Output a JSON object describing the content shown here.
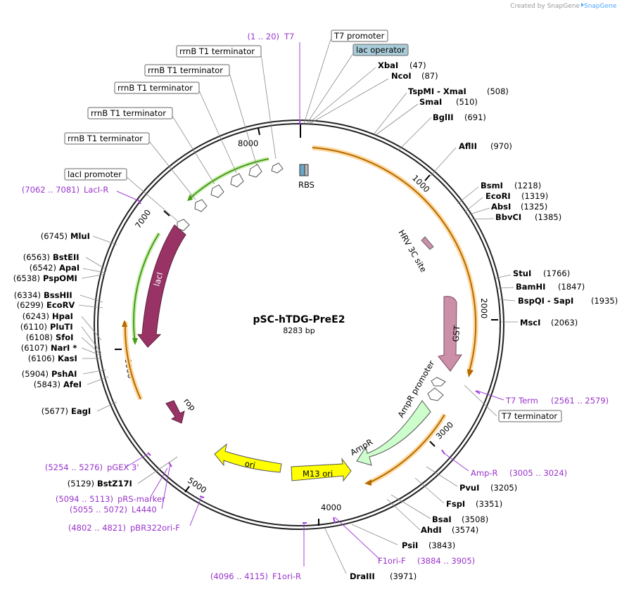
{
  "watermark": "Created by SnapGene",
  "title": "pSC-hTDG-PreE2",
  "size_label": "8283 bp",
  "colors": {
    "accent_primer": "#9933cc",
    "gst": "#cc8fa8",
    "laci": "#993366",
    "ampr": "#ccffcc",
    "ori": "#ffff00",
    "orange": "#ffaa33",
    "green": "#66cc33"
  },
  "ticks": [
    "1000",
    "2000",
    "3000",
    "4000",
    "5000",
    "6000",
    "7000",
    "8000"
  ],
  "enzymes": [
    {
      "name": "XbaI",
      "pos": "(47)"
    },
    {
      "name": "NcoI",
      "pos": "(87)"
    },
    {
      "name": "TspMI - XmaI",
      "pos": "(508)"
    },
    {
      "name": "SmaI",
      "pos": "(510)"
    },
    {
      "name": "BglII",
      "pos": "(691)"
    },
    {
      "name": "AflII",
      "pos": "(970)"
    },
    {
      "name": "BsmI",
      "pos": "(1218)"
    },
    {
      "name": "EcoRI",
      "pos": "(1319)"
    },
    {
      "name": "AbsI",
      "pos": "(1325)"
    },
    {
      "name": "BbvCI",
      "pos": "(1385)"
    },
    {
      "name": "StuI",
      "pos": "(1766)"
    },
    {
      "name": "BamHI",
      "pos": "(1847)"
    },
    {
      "name": "BspQI - SapI",
      "pos": "(1935)"
    },
    {
      "name": "MscI",
      "pos": "(2063)"
    },
    {
      "name": "PvuI",
      "pos": "(3205)"
    },
    {
      "name": "FspI",
      "pos": "(3351)"
    },
    {
      "name": "BsaI",
      "pos": "(3508)"
    },
    {
      "name": "AhdI",
      "pos": "(3574)"
    },
    {
      "name": "PsiI",
      "pos": "(3843)"
    },
    {
      "name": "DraIII",
      "pos": "(3971)"
    },
    {
      "name": "BstZ17I",
      "pos": "(5129)"
    },
    {
      "name": "EagI",
      "pos": "(5677)"
    },
    {
      "name": "AfeI",
      "pos": "(5843)"
    },
    {
      "name": "PshAI",
      "pos": "(5904)"
    },
    {
      "name": "KasI",
      "pos": "(6106)"
    },
    {
      "name": "NarI *",
      "pos": "(6107)"
    },
    {
      "name": "SfoI",
      "pos": "(6108)"
    },
    {
      "name": "PluTI",
      "pos": "(6110)"
    },
    {
      "name": "HpaI",
      "pos": "(6243)"
    },
    {
      "name": "EcoRV",
      "pos": "(6299)"
    },
    {
      "name": "BssHII",
      "pos": "(6334)"
    },
    {
      "name": "PspOMI",
      "pos": "(6538)"
    },
    {
      "name": "ApaI",
      "pos": "(6542)"
    },
    {
      "name": "BstEII",
      "pos": "(6563)"
    },
    {
      "name": "MluI",
      "pos": "(6745)"
    }
  ],
  "primers": [
    {
      "name": "T7",
      "pos": "(1 .. 20)"
    },
    {
      "name": "T7 Term",
      "pos": "(2561 .. 2579)"
    },
    {
      "name": "Amp-R",
      "pos": "(3005 .. 3024)"
    },
    {
      "name": "F1ori-F",
      "pos": "(3884 .. 3905)"
    },
    {
      "name": "F1ori-R",
      "pos": "(4096 .. 4115)"
    },
    {
      "name": "pBR322ori-F",
      "pos": "(4802 .. 4821)"
    },
    {
      "name": "L4440",
      "pos": "(5055 .. 5072)"
    },
    {
      "name": "pRS-marker",
      "pos": "(5094 .. 5113)"
    },
    {
      "name": "pGEX 3'",
      "pos": "(5254 .. 5276)"
    },
    {
      "name": "LacI-R",
      "pos": "(7062 .. 7081)"
    }
  ],
  "boxed_features": [
    "T7 promoter",
    "lac operator",
    "rrnB T1 terminator",
    "rrnB T1 terminator",
    "rrnB T1 terminator",
    "rrnB T1 terminator",
    "rrnB T1 terminator",
    "lacI promoter",
    "T7 terminator"
  ],
  "inner_features": [
    "RBS",
    "HRV 3C site",
    "GST",
    "AmpR promoter",
    "AmpR",
    "M13 ori",
    "ori",
    "rop",
    "lacI"
  ]
}
